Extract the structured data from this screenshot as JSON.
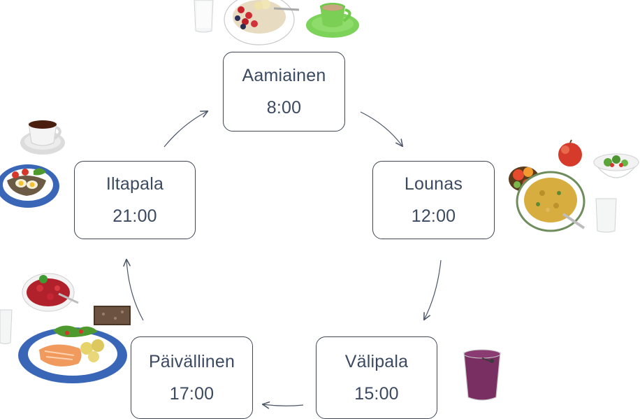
{
  "meals": [
    {
      "name": "Aamiainen",
      "time": "8:00"
    },
    {
      "name": "Lounas",
      "time": "12:00"
    },
    {
      "name": "Välipala",
      "time": "15:00"
    },
    {
      "name": "Päivällinen",
      "time": "17:00"
    },
    {
      "name": "Iltapala",
      "time": "21:00"
    }
  ],
  "colors": {
    "box_border": "#3f4654",
    "text": "#3b4a60",
    "arrow": "#4a5568",
    "plate_blue": "#3a66b8",
    "cup_green": "#6fc94a"
  },
  "icons": {
    "breakfast": [
      "milk-glass-icon",
      "porridge-bowl-icon",
      "coffee-cup-icon"
    ],
    "lunch": [
      "apple-icon",
      "sandwich-icon",
      "soup-bowl-icon",
      "salad-bowl-icon",
      "milk-glass-icon"
    ],
    "snack": [
      "smoothie-glass-icon"
    ],
    "dinner": [
      "berry-dessert-icon",
      "rye-bread-icon",
      "milk-glass-icon",
      "salmon-plate-icon"
    ],
    "evening": [
      "tea-cup-icon",
      "open-sandwich-plate-icon"
    ]
  }
}
